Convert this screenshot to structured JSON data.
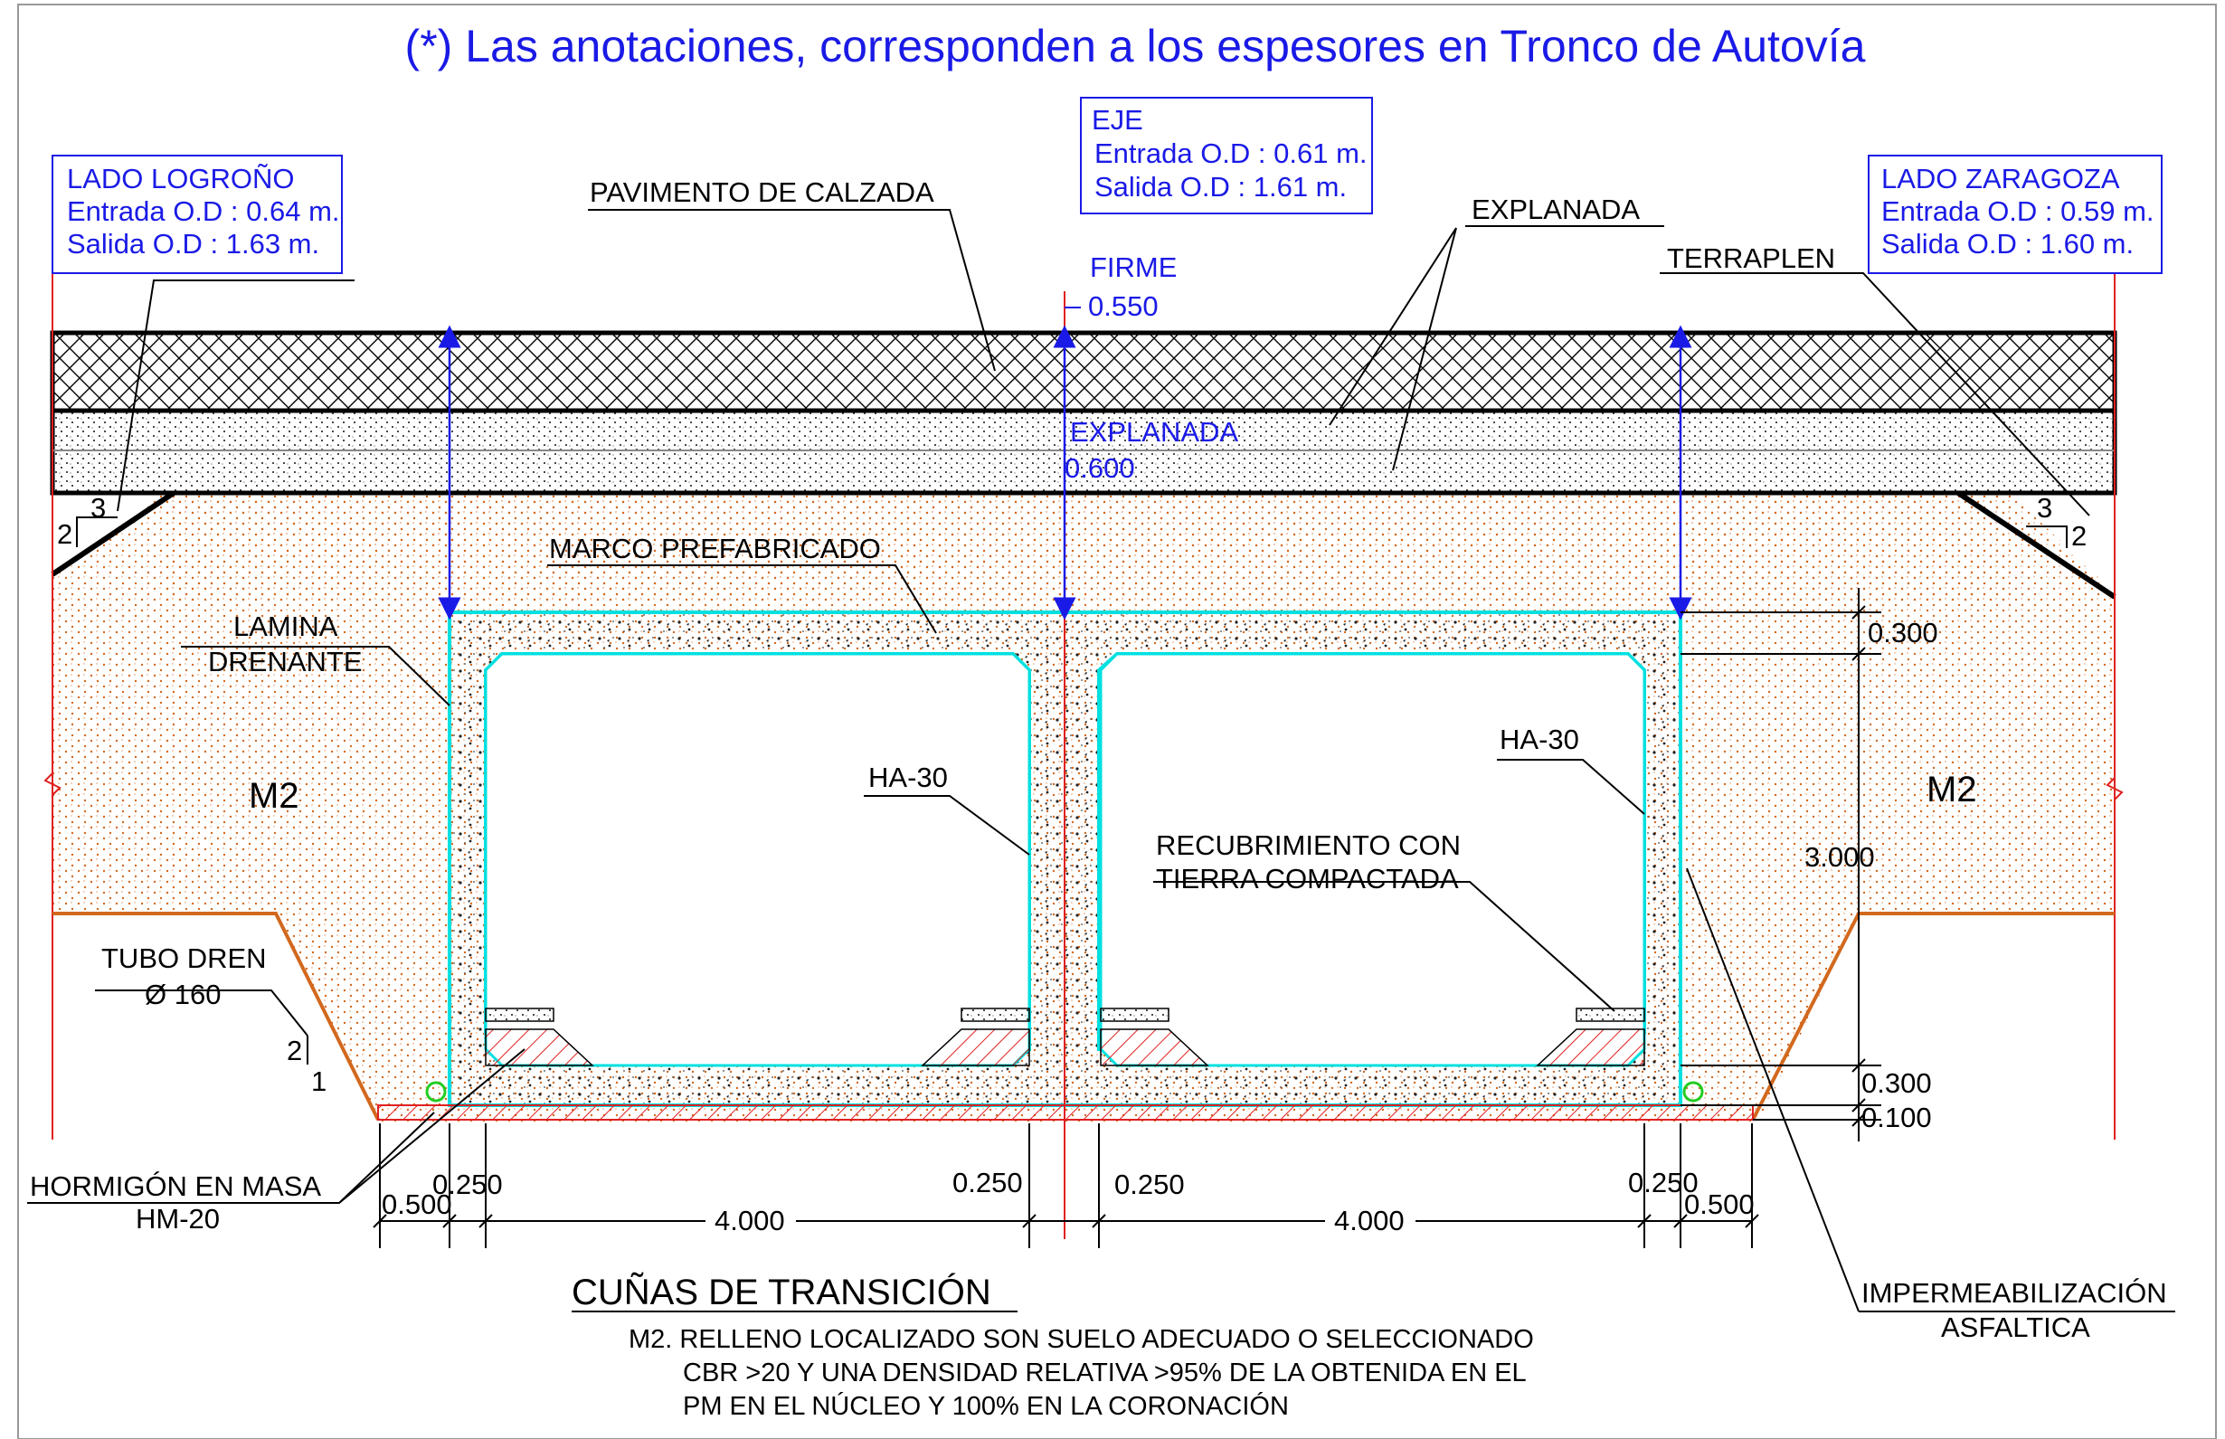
{
  "header": {
    "note": "(*) Las anotaciones, corresponden a los espesores en Tronco de Autovía"
  },
  "boxes": {
    "logrono": {
      "title": "LADO LOGROÑO",
      "entrada": "Entrada O.D : 0.64 m.",
      "salida": "Salida O.D : 1.63 m."
    },
    "eje": {
      "title": "EJE",
      "entrada": "Entrada O.D : 0.61 m.",
      "salida": "Salida O.D : 1.61 m."
    },
    "zaragoza": {
      "title": "LADO ZARAGOZA",
      "entrada": "Entrada O.D : 0.59 m.",
      "salida": "Salida O.D : 1.60 m."
    }
  },
  "labels": {
    "pavimento": "PAVIMENTO DE CALZADA",
    "explanada": "EXPLANADA",
    "terraplen": "TERRAPLEN",
    "firme": "FIRME",
    "firme_value": "0.550",
    "explanada_mid": "EXPLANADA",
    "explanada_value": "0.600",
    "marco": "MARCO PREFABRICADO",
    "lamina_1": "LAMINA",
    "lamina_2": "DRENANTE",
    "m2_left": "M2",
    "m2_right": "M2",
    "ha30_left": "HA-30",
    "ha30_right": "HA-30",
    "recubrimiento_1": "RECUBRIMIENTO CON",
    "recubrimiento_2": "TIERRA COMPACTADA",
    "tubo_1": "TUBO DREN",
    "tubo_2": "Ø 160",
    "hormigon_1": "HORMIGÓN EN MASA",
    "hormigon_2": "HM-20",
    "imper_1": "IMPERMEABILIZACIÓN",
    "imper_2": "ASFALTICA",
    "slope_left_h": "3",
    "slope_left_v": "2",
    "slope_right_h": "3",
    "slope_right_v": "2",
    "slope_low_v": "2",
    "slope_low_h": "1"
  },
  "dimensions": {
    "top_slab": "0.300",
    "height": "3.000",
    "bottom_slab": "0.300",
    "base": "0.100",
    "left_margin": "0.500",
    "left_wall": "0.250",
    "left_span": "4.000",
    "mid_wall_left": "0.250",
    "mid_wall_right": "0.250",
    "right_span": "4.000",
    "right_wall": "0.250",
    "right_margin": "0.500"
  },
  "notes": {
    "title": "CUÑAS DE TRANSICIÓN",
    "line1": "M2. RELLENO LOCALIZADO SON SUELO ADECUADO O SELECCIONADO",
    "line2": "CBR >20 Y UNA DENSIDAD RELATIVA >95% DE LA OBTENIDA EN EL",
    "line3": "PM EN EL NÚCLEO Y 100% EN LA CORONACIÓN"
  },
  "colors": {
    "annotation_blue": "#1a1ae6",
    "frame_cyan": "#00e0e0",
    "fill_orange": "#d2691e",
    "waterproof_red": "#e02020",
    "drain_green": "#22cc22"
  }
}
